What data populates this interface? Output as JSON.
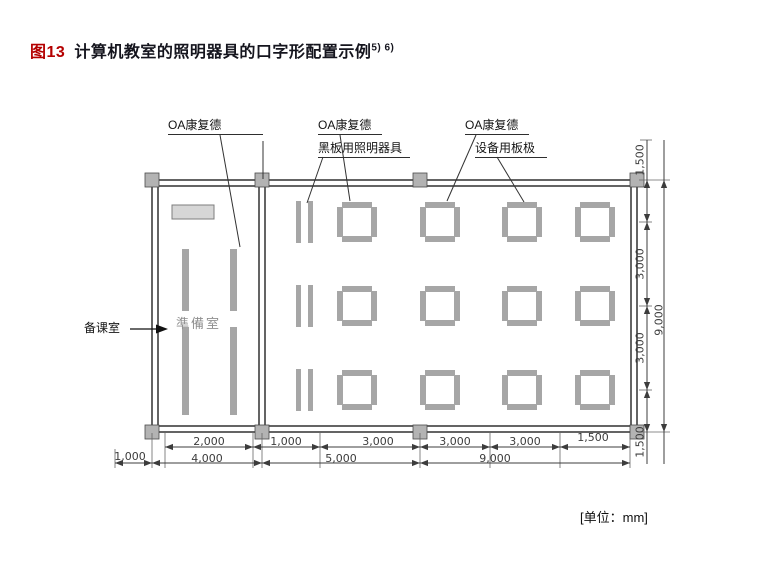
{
  "title": {
    "figure_label": "图13",
    "text": "计算机教室的照明器具的口字形配置示例",
    "superscript": "5) 6)"
  },
  "callouts": {
    "oa1": "OA康复德",
    "oa2": "OA康复德",
    "oa3": "OA康复德",
    "blackboard": "黑板用照明器具",
    "equipment": "设备用板极",
    "prep_room": "备课室",
    "prep_room_interior": "準備室"
  },
  "dimensions": {
    "bottom_row1": [
      "2,000",
      "1,000",
      "3,000",
      "3,000",
      "3,000",
      "1,500"
    ],
    "bottom_row2": [
      "1,000",
      "4,000",
      "5,000",
      "9,000"
    ],
    "right_inner": [
      "1,500",
      "3,000",
      "3,000",
      "1,500"
    ],
    "right_outer": "9,000"
  },
  "footer": {
    "unit_note": "[单位：mm]"
  },
  "colors": {
    "figure_label_red": "#b40000",
    "fixture_gray": "#a6a6a6",
    "wall_line": "#222222",
    "dim_text": "#3d3d3d",
    "interior_text": "#8f8f8f"
  }
}
